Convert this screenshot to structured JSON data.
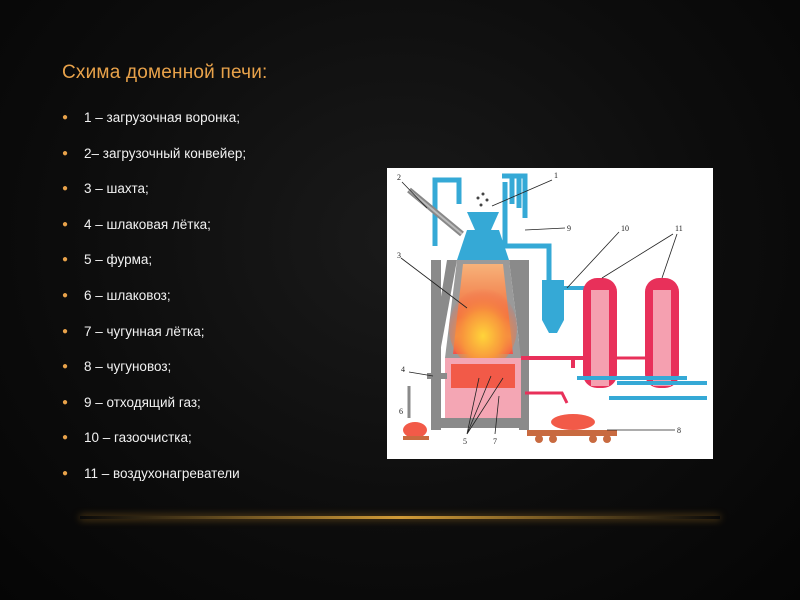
{
  "slide": {
    "title": "Схима доменной печи:",
    "accent_color": "#e8a24a",
    "bullet_icon": "bullet-dot",
    "items": [
      "1 – загрузочная воронка;",
      "2– загрузочный конвейер;",
      "3 – шахта;",
      "4 – шлаковая лётка;",
      "5 – фурма;",
      "6 – шлаковоз;",
      "7 – чугунная лётка;",
      "8 – чугуновоз;",
      "9 – отходящий газ;",
      "10 – газоочистка;",
      "11 – воздухонагреватели"
    ]
  },
  "figure": {
    "labels": {
      "l1": "1",
      "l2": "2",
      "l3": "3",
      "l4": "4",
      "l5": "5",
      "l6": "6",
      "l7": "7",
      "l8": "8",
      "l9": "9",
      "l10": "10",
      "l11": "11"
    },
    "colors": {
      "pipe": "#35a9d6",
      "shell": "#8a8a8a",
      "hot": "#f2534a",
      "stove": "#e8305a"
    }
  }
}
